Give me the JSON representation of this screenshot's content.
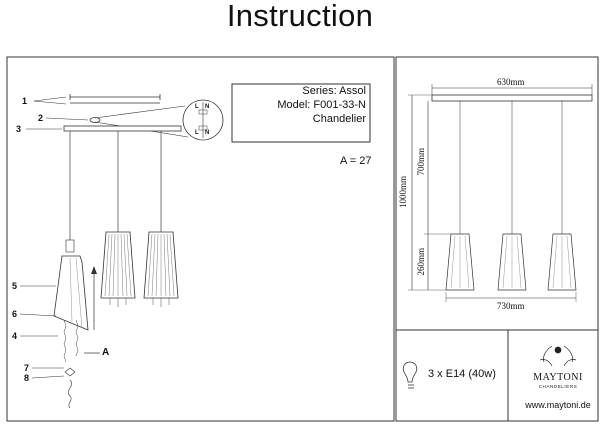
{
  "header": {
    "title": "Instruction"
  },
  "spec": {
    "series": "Series: Assol",
    "model": "Model: F001-33-N",
    "type": "Chandelier"
  },
  "a_value": "A = 27",
  "callouts": [
    "1",
    "2",
    "3",
    "5",
    "6",
    "4",
    "7",
    "8",
    "A"
  ],
  "wiring_labels": [
    "L",
    "N",
    "L",
    "N"
  ],
  "dimensions": {
    "top_width": "630mm",
    "bottom_width": "730mm",
    "total_height": "1000mm",
    "cord_length": "700mm",
    "shade_height": "260mm"
  },
  "bulb": {
    "spec": "3 x E14 (40w)"
  },
  "brand": {
    "name": "MAYTONI",
    "tagline": "CHANDELIERS",
    "website": "www.maytoni.de"
  }
}
